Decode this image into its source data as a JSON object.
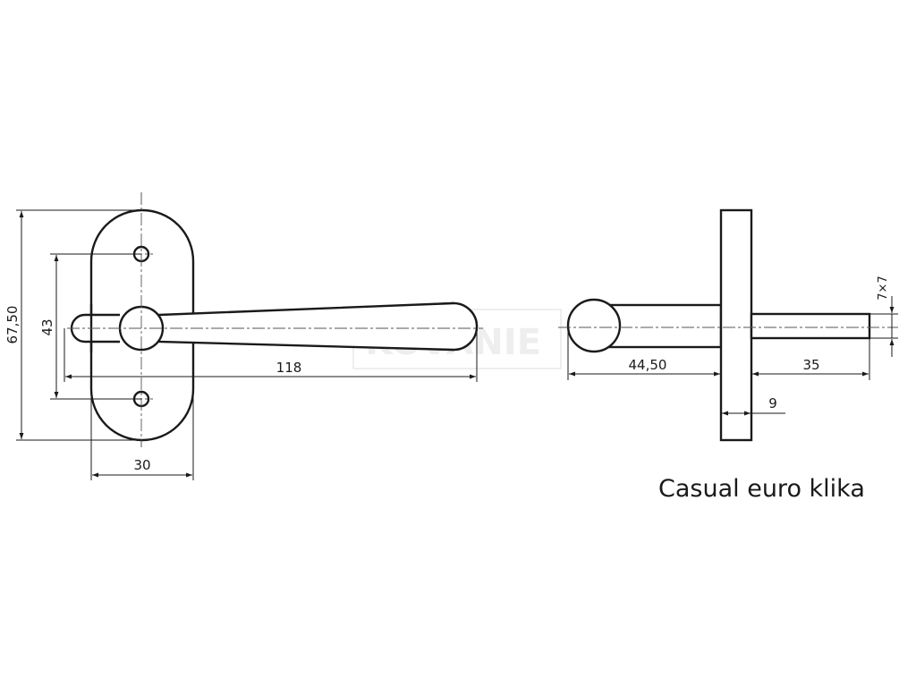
{
  "drawing": {
    "caption": "Casual euro klika",
    "watermark": "KOVANIE",
    "dimensions": {
      "rosette_height": "67,50",
      "screw_spacing": "43",
      "handle_length": "118",
      "rosette_width": "30",
      "handle_projection": "44,50",
      "spindle_length": "35",
      "rosette_thickness": "9",
      "spindle_size": "7×7"
    }
  }
}
